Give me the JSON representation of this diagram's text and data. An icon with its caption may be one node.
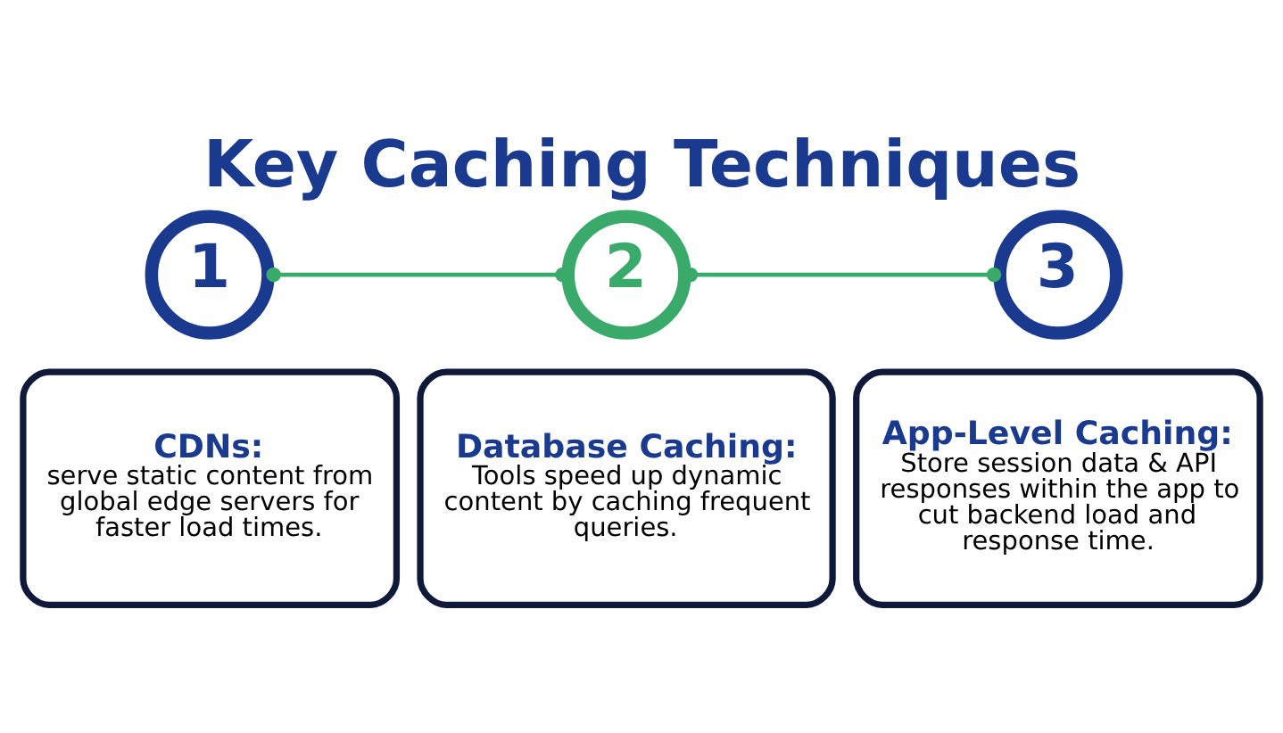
{
  "diagram": {
    "title": "Key Caching Techniques",
    "nodes": [
      {
        "text": [
          "1"
        ]
      },
      {
        "text": [
          "CDNs:",
          "serve static content from global edge servers for faster load times."
        ]
      },
      {
        "text": [
          "2"
        ]
      },
      {
        "text": [
          "Database Caching:",
          "Tools speed up dynamic content by caching frequent queries."
        ]
      },
      {
        "text": [
          "3"
        ]
      },
      {
        "text": [
          "App-Level Caching:",
          "Store session data & API responses within the app to cut backend load and response time."
        ]
      }
    ],
    "edges": [
      {
        "from": 0,
        "to": 2,
        "arrow": "other"
      },
      {
        "from": 2,
        "to": 4,
        "arrow": "other"
      }
    ]
  }
}
